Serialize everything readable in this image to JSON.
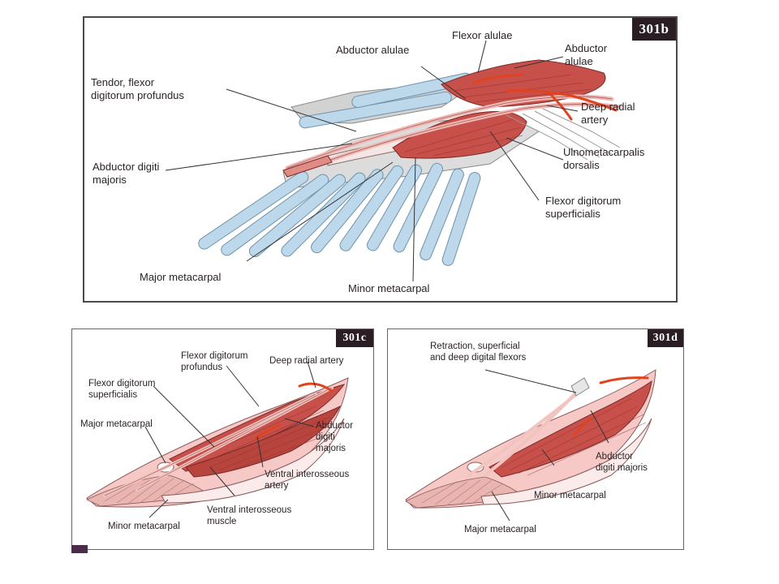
{
  "panels": {
    "b": {
      "badge": "301b",
      "labels": {
        "flexor_alulae": "Flexor alulae",
        "abductor_alulae_top": "Abductor alulae",
        "abductor_alulae_right": "Abductor\nalulae",
        "tendon_fdp": "Tendor, flexor\ndigitorum profundus",
        "deep_radial_artery": "Deep radial\nartery",
        "ulnometacarpalis_dorsalis": "Ulnometacarpalis\ndorsalis",
        "abductor_digiti_majoris": "Abductor digiti\nmajoris",
        "flexor_digitorum_superficialis": "Flexor digitorum\nsuperficialis",
        "major_metacarpal": "Major metacarpal",
        "minor_metacarpal": "Minor metacarpal"
      }
    },
    "c": {
      "badge": "301c",
      "labels": {
        "flexor_digitorum_profundus": "Flexor digitorum\nprofundus",
        "deep_radial_artery": "Deep radial artery",
        "flexor_digitorum_superficialis": "Flexor digitorum\nsuperficialis",
        "major_metacarpal": "Major metacarpal",
        "abductor_digiti_majoris": "Abductor\ndigiti\nmajoris",
        "ventral_interosseous_artery": "Ventral interosseous\nartery",
        "ventral_interosseous_muscle": "Ventral interosseous\nmuscle",
        "minor_metacarpal": "Minor metacarpal"
      }
    },
    "d": {
      "badge": "301d",
      "labels": {
        "retraction": "Retraction, superficial\nand deep digital flexors",
        "abductor_digiti_majoris": "Abductor\ndigiti majoris",
        "minor_metacarpal": "Minor metacarpal",
        "major_metacarpal": "Major metacarpal"
      }
    }
  },
  "colors": {
    "muscle": "#c8504a",
    "muscle_light": "#e08c85",
    "tendon": "#f2b8b4",
    "artery": "#e0431e",
    "bone_blue": "#bcd8ea",
    "gray_tissue": "#cfcfcf",
    "skin": "#f6c9c6",
    "outline": "#6a4a4a",
    "badge_bg": "#2a1d24",
    "frame": "#4a4a4a"
  }
}
